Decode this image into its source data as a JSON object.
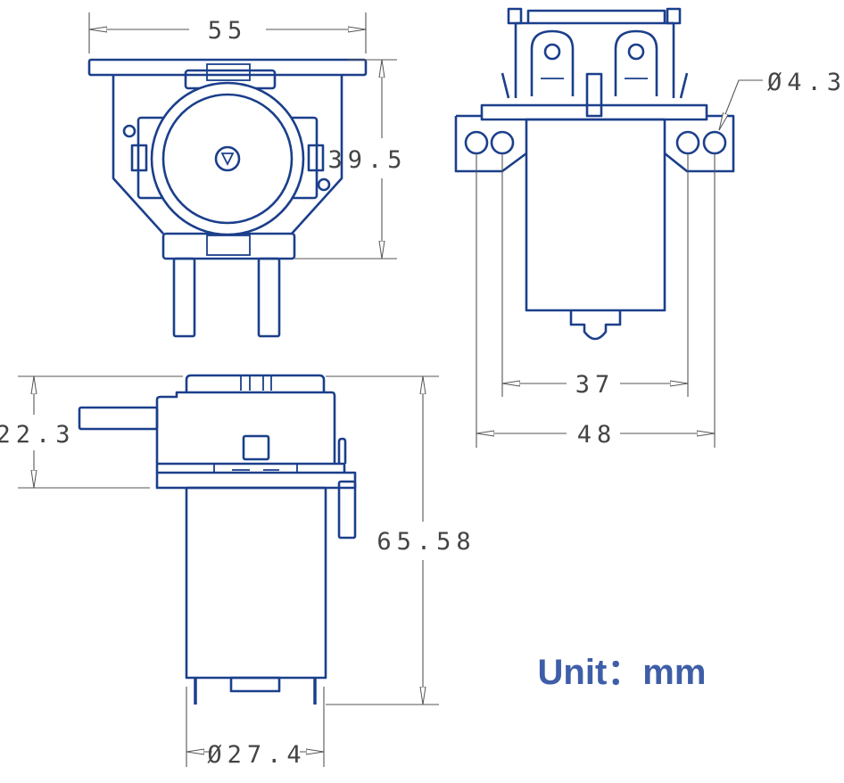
{
  "dimensions": {
    "width_top": "55",
    "height_front": "39.5",
    "hole_diameter": "Ø4.3",
    "hole_spacing_inner": "37",
    "hole_spacing_outer": "48",
    "pump_head_height": "22.3",
    "total_height": "65.58",
    "motor_diameter": "Ø27.4"
  },
  "unit_label": "Unit：mm",
  "colors": {
    "drawing": "#1b3f8b",
    "dimension": "#555555",
    "unit": "#3f5ea8"
  }
}
